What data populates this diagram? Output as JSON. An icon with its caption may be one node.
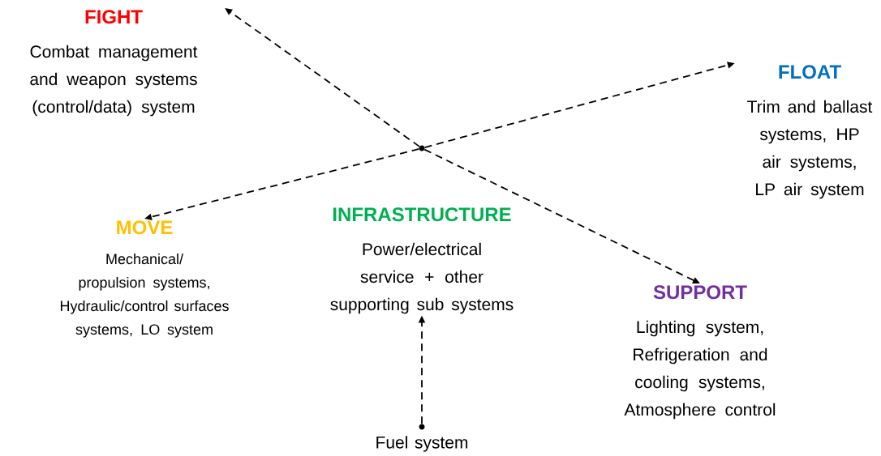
{
  "diagram": {
    "nodes": [
      {
        "text": [
          "FIGHT",
          "Combat management and weapon systems (control/data) system"
        ]
      },
      {
        "text": [
          "FLOAT",
          "Trim and ballast systems, HP air systems, LP air system"
        ]
      },
      {
        "text": [
          "MOVE",
          "Mechanical/ propulsion systems, Hydraulic/control surfaces systems, LO system"
        ]
      },
      {
        "text": [
          "INFRASTRUCTURE",
          "Power/electrical service + other supporting sub systems"
        ]
      },
      {
        "text": [
          "SUPPORT",
          "Lighting system, Refrigeration and cooling systems, Atmosphere control"
        ]
      },
      {
        "text": [],
        "shape": "circle",
        "beside": [
          "Fuel system"
        ]
      },
      {
        "text": [],
        "shape": "circle"
      }
    ],
    "edges": [
      {
        "from": 6,
        "to": 0,
        "arrow": "to",
        "style": "dashed"
      },
      {
        "from": 6,
        "to": 1,
        "arrow": "to",
        "style": "dashed"
      },
      {
        "from": 6,
        "to": 2,
        "arrow": "to",
        "style": "dashed"
      },
      {
        "from": 6,
        "to": 4,
        "arrow": "to",
        "style": "dashed"
      },
      {
        "from": 5,
        "to": 3,
        "arrow": "to",
        "style": "dashed"
      }
    ]
  }
}
